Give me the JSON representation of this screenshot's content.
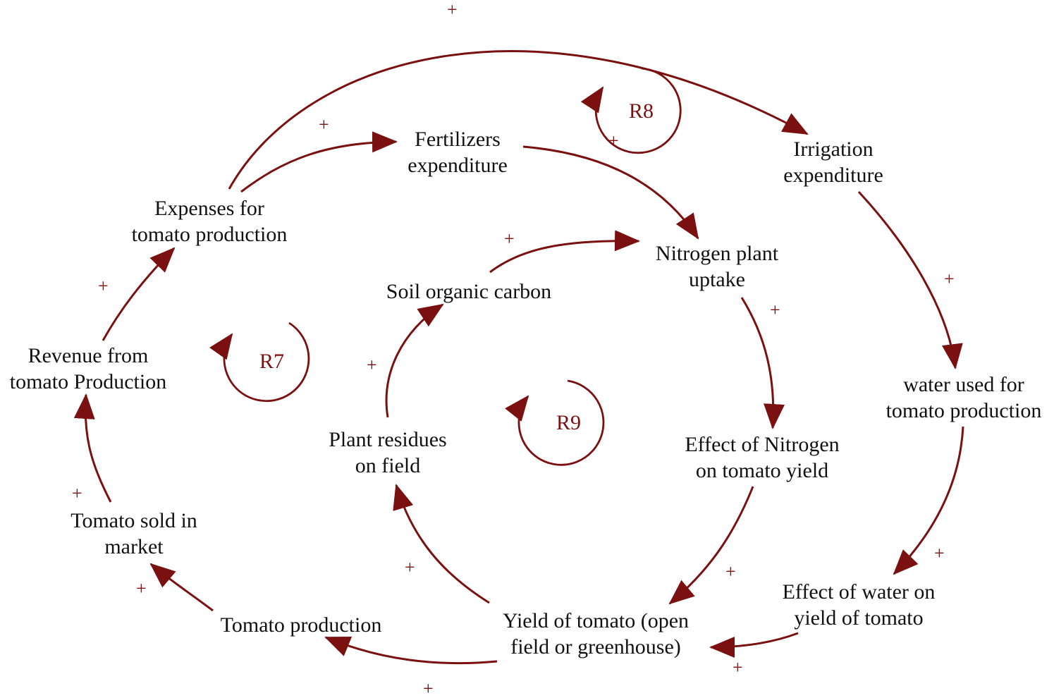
{
  "colors": {
    "arrow": "#7a1010",
    "text": "#111111",
    "background": "#ffffff"
  },
  "nodes": {
    "expenses": [
      "Expenses for",
      "tomato production"
    ],
    "fertilizers": [
      "Fertilizers",
      "expenditure"
    ],
    "irrigation": [
      "Irrigation",
      "expenditure"
    ],
    "nitrogen_uptake": [
      "Nitrogen plant",
      "uptake"
    ],
    "soil_carbon": [
      "Soil organic carbon"
    ],
    "revenue": [
      "Revenue from",
      "tomato Production"
    ],
    "water_used": [
      "water used for",
      "tomato production"
    ],
    "plant_residues": [
      "Plant residues",
      "on field"
    ],
    "effect_nitrogen": [
      "Effect of Nitrogen",
      "on tomato yield"
    ],
    "tomato_sold": [
      "Tomato sold in",
      "market"
    ],
    "effect_water": [
      "Effect of water on",
      "yield of tomato"
    ],
    "tomato_production": [
      "Tomato production"
    ],
    "yield": [
      "Yield of tomato (open",
      "field or greenhouse)"
    ]
  },
  "polarity_sign": "+",
  "loops": [
    "R7",
    "R8",
    "R9"
  ]
}
